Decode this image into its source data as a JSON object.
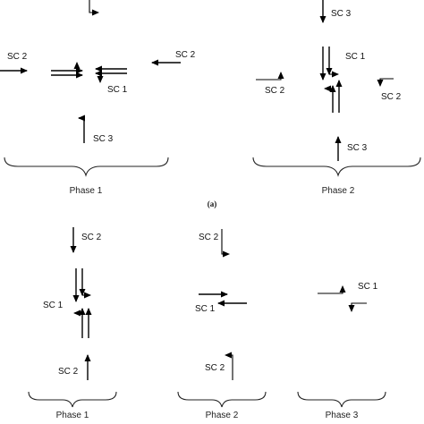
{
  "labels": {
    "sc1": "SC 1",
    "sc2": "SC 2",
    "sc3": "SC 3"
  },
  "phases": {
    "phase1": "Phase 1",
    "phase2": "Phase 2",
    "phase3": "Phase 3"
  },
  "captions": {
    "a": "(a)"
  }
}
